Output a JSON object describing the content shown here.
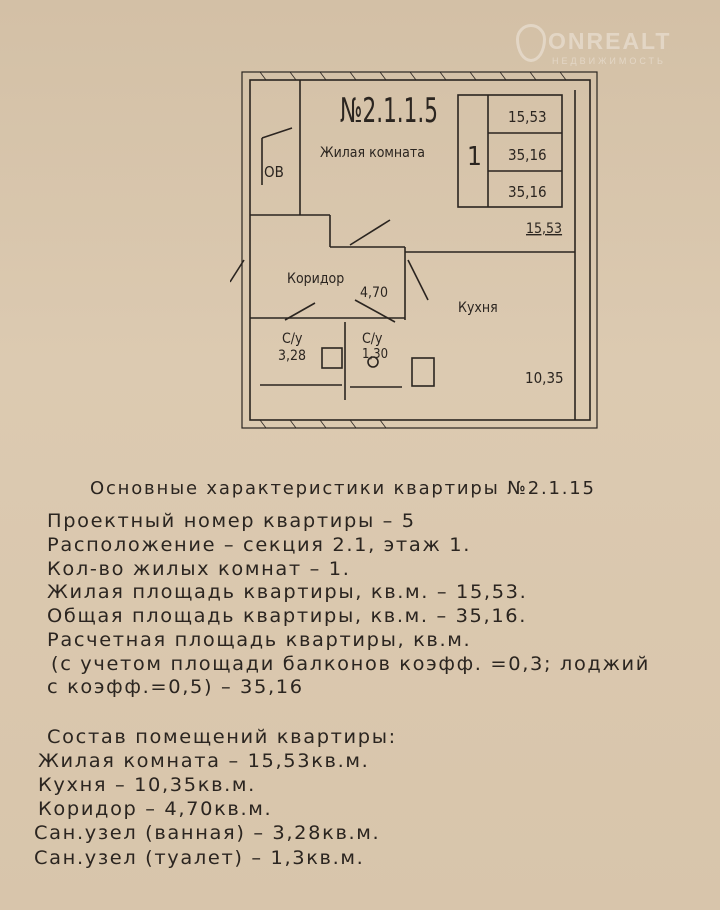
{
  "watermark": {
    "brand": "ONREALT",
    "sub": "НЕДВИЖИМОСТЬ"
  },
  "plan": {
    "apartment_no": "№2.1.1.5",
    "living_room_label": "Жилая комната",
    "rooms_count": "1",
    "table_values": [
      "15,53",
      "35,16",
      "35,16"
    ],
    "living_area": "15,53",
    "ov_label": "ОВ",
    "corridor_label": "Коридор",
    "corridor_area": "4,70",
    "kitchen_label": "Кухня",
    "kitchen_area": "10,35",
    "bath_label": "С/у",
    "bath_area": "3,28",
    "wc_label": "С/у",
    "wc_area": "1,30"
  },
  "characteristics": {
    "title": "Основные характеристики квартиры №2.1.15",
    "lines": [
      "Проектный номер квартиры – 5",
      "Расположение – секция 2.1, этаж 1.",
      "Кол-во жилых комнат – 1.",
      "Жилая площадь квартиры, кв.м. – 15,53.",
      "Общая площадь квартиры, кв.м. – 35,16.",
      "Расчетная площадь квартиры, кв.м.",
      "(с учетом площади балконов коэфф. =0,3; лоджий",
      "с коэфф.=0,5) – 35,16"
    ]
  },
  "composition": {
    "title": "Состав помещений квартиры:",
    "lines": [
      "Жилая комната – 15,53кв.м.",
      "Кухня – 10,35кв.м.",
      "Коридор – 4,70кв.м.",
      "Сан.узел (ванная) – 3,28кв.м.",
      "Сан.узел (туалет) – 1,3кв.м."
    ]
  }
}
